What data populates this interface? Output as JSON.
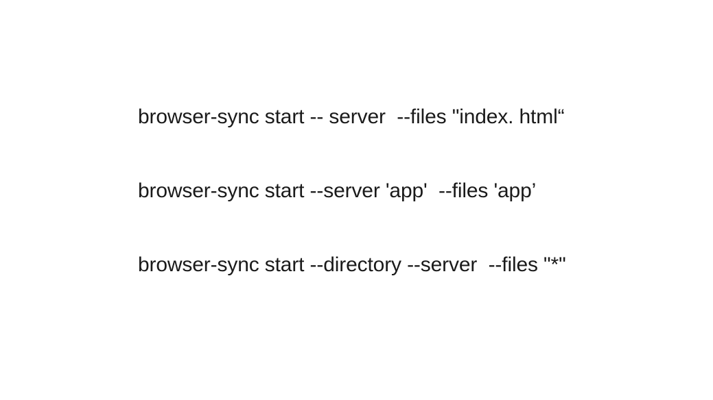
{
  "slide": {
    "background_color": "#ffffff",
    "text_color": "#1a1a1a",
    "commands": [
      {
        "name": "browser-sync-server-index-html",
        "text": "browser-sync start -- server  --files \"index. html“"
      },
      {
        "name": "browser-sync-server-app-files-app",
        "text": "browser-sync start --server 'app'  --files 'app’"
      },
      {
        "name": "browser-sync-directory-server-files-glob",
        "text": "browser-sync start --directory --server  --files \"*\""
      }
    ]
  }
}
